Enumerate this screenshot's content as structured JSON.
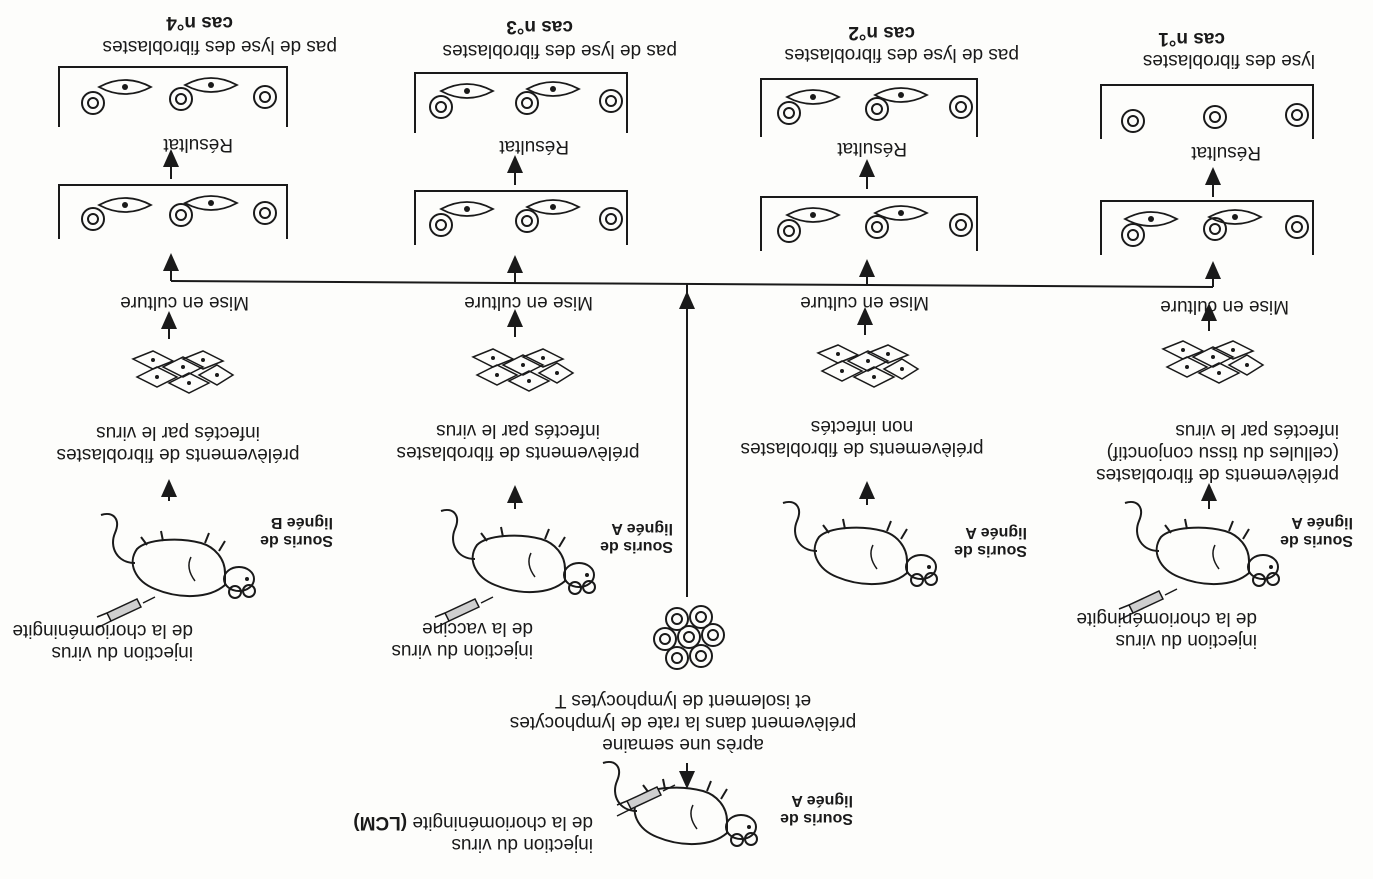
{
  "orientation": "rotated-180",
  "colors": {
    "ink": "#1a1a1a",
    "paper": "#fdfdfb"
  },
  "center": {
    "injection": "injection du virus",
    "injection_line2_prefix": "de la chorioméningite ",
    "injection_line2_bold": "(LCM)",
    "mouse_label_1": "Souris de",
    "mouse_label_2": "lignée A",
    "after_week": "après une semaine",
    "sampling_1": "prélèvement dans la rate de lymphocytes",
    "sampling_2": "et isolement de lymphocytes T"
  },
  "common": {
    "culture": "Mise en culture",
    "result": "Résultat"
  },
  "cases": [
    {
      "title": "cas n°1",
      "outcome": "lyse des fibroblastes",
      "mouse_1": "Souris de",
      "mouse_2": "lignée A",
      "injection_1": "injection du virus",
      "injection_2": "de la chorioméningite",
      "sample_1": "prélèvements de fibroblastes",
      "sample_2": "(cellules du tissu conjonctif)",
      "sample_3": "infectés par le virus"
    },
    {
      "title": "cas n°2",
      "outcome": "pas de lyse des fibroblastes",
      "mouse_1": "Souris de",
      "mouse_2": "lignée A",
      "sample_1": "prélèvements de fibroblastes",
      "sample_2": "non infectés"
    },
    {
      "title": "cas n°3",
      "outcome": "pas de lyse des fibroblastes",
      "mouse_1": "Souris de",
      "mouse_2": "lignée A",
      "injection_1": "injection du virus",
      "injection_2": "de la vaccine",
      "sample_1": "prélèvements de fibroblastes",
      "sample_2": "infectés par le virus"
    },
    {
      "title": "cas n°4",
      "outcome": "pas de lyse des fibroblastes",
      "mouse_1": "Souris de",
      "mouse_2": "lignée B",
      "injection_1": "injection du virus",
      "injection_2": "de la chorioméningite",
      "sample_1": "prélèvements de fibroblastes",
      "sample_2": "infectés par le virus"
    }
  ]
}
